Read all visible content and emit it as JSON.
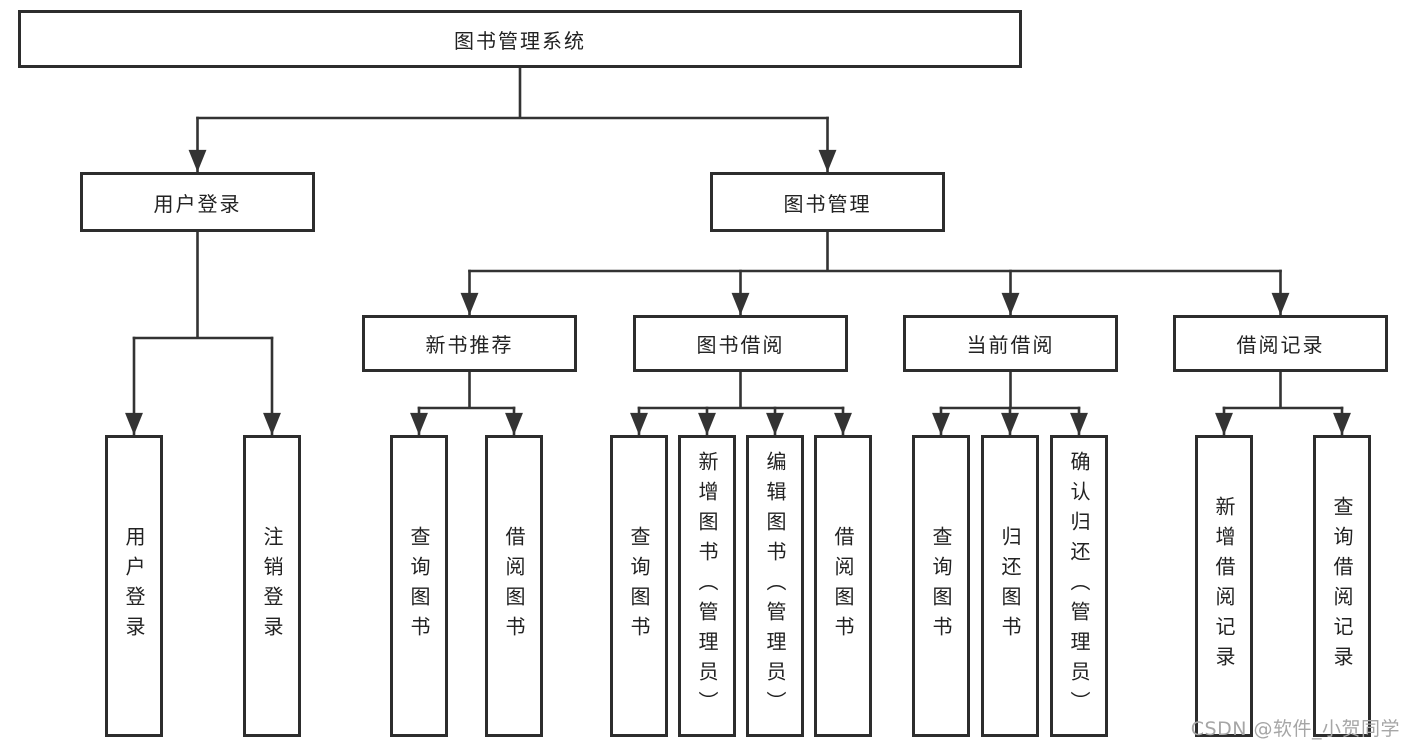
{
  "tree": {
    "root": {
      "label": "图书管理系统",
      "children": [
        {
          "label": "用户登录",
          "children": [
            {
              "label": "用户登录"
            },
            {
              "label": "注销登录"
            }
          ]
        },
        {
          "label": "图书管理",
          "children": [
            {
              "label": "新书推荐",
              "children": [
                {
                  "label": "查询图书"
                },
                {
                  "label": "借阅图书"
                }
              ]
            },
            {
              "label": "图书借阅",
              "children": [
                {
                  "label": "查询图书"
                },
                {
                  "label": "新增图书（管理员）"
                },
                {
                  "label": "编辑图书（管理员）"
                },
                {
                  "label": "借阅图书"
                }
              ]
            },
            {
              "label": "当前借阅",
              "children": [
                {
                  "label": "查询图书"
                },
                {
                  "label": "归还图书"
                },
                {
                  "label": "确认归还（管理员）"
                }
              ]
            },
            {
              "label": "借阅记录",
              "children": [
                {
                  "label": "新增借阅记录"
                },
                {
                  "label": "查询借阅记录"
                }
              ]
            }
          ]
        }
      ]
    }
  },
  "watermark": {
    "text": "CSDN @软件_小贺同学"
  },
  "colors": {
    "line": "#333333",
    "box_border": "#2d2d2d",
    "box_fill": "#ffffff",
    "text": "#222222",
    "watermark": "#a6a6a6"
  }
}
